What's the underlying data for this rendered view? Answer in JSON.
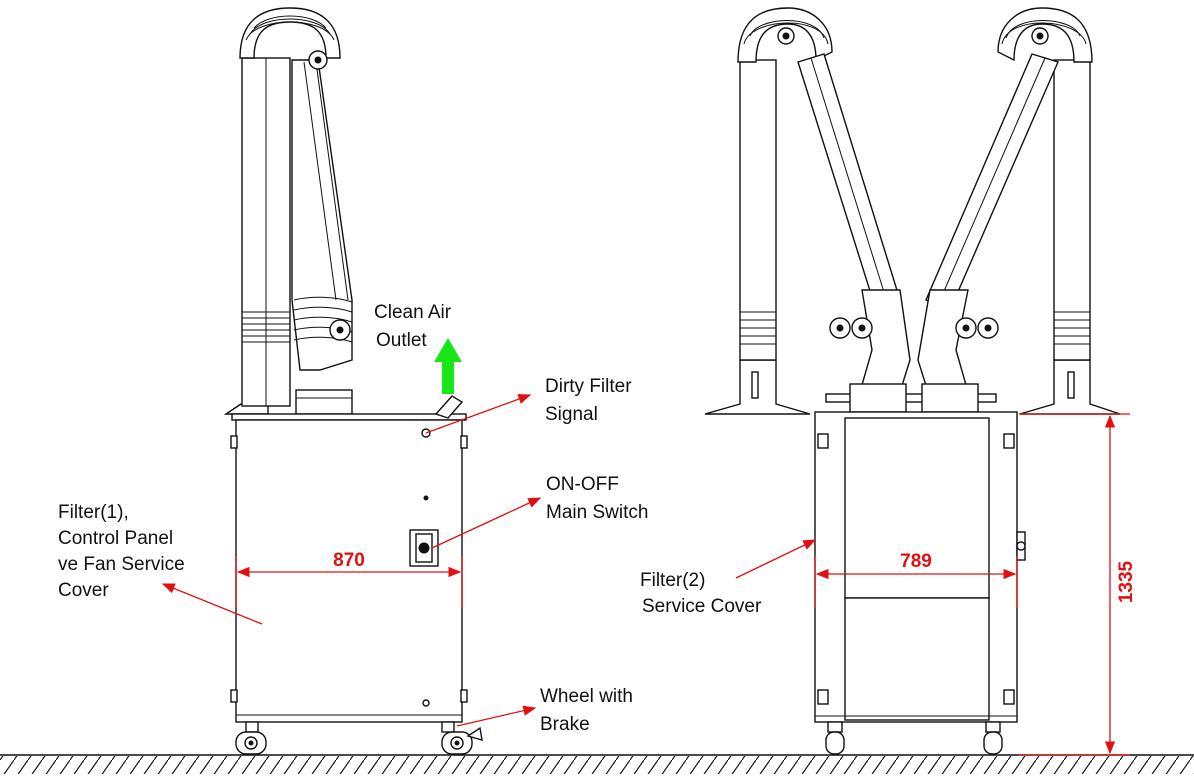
{
  "labels": {
    "clean_air_1": "Clean Air",
    "clean_air_2": "Outlet",
    "dirty_filter_1": "Dirty Filter",
    "dirty_filter_2": "Signal",
    "onoff_1": "ON-OFF",
    "onoff_2": "Main Switch",
    "filter1_1": "Filter(1),",
    "filter1_2": "Control Panel",
    "filter1_3": "ve Fan Service",
    "filter1_4": "Cover",
    "filter2_1": "Filter(2)",
    "filter2_2": "Service Cover",
    "wheel_1": "Wheel with",
    "wheel_2": "Brake"
  },
  "dimensions": {
    "width_side": "870",
    "width_front": "789",
    "height": "1335"
  },
  "colors": {
    "dimension": "#e01010",
    "airflow_arrow": "#19e619",
    "line": "#111111"
  }
}
